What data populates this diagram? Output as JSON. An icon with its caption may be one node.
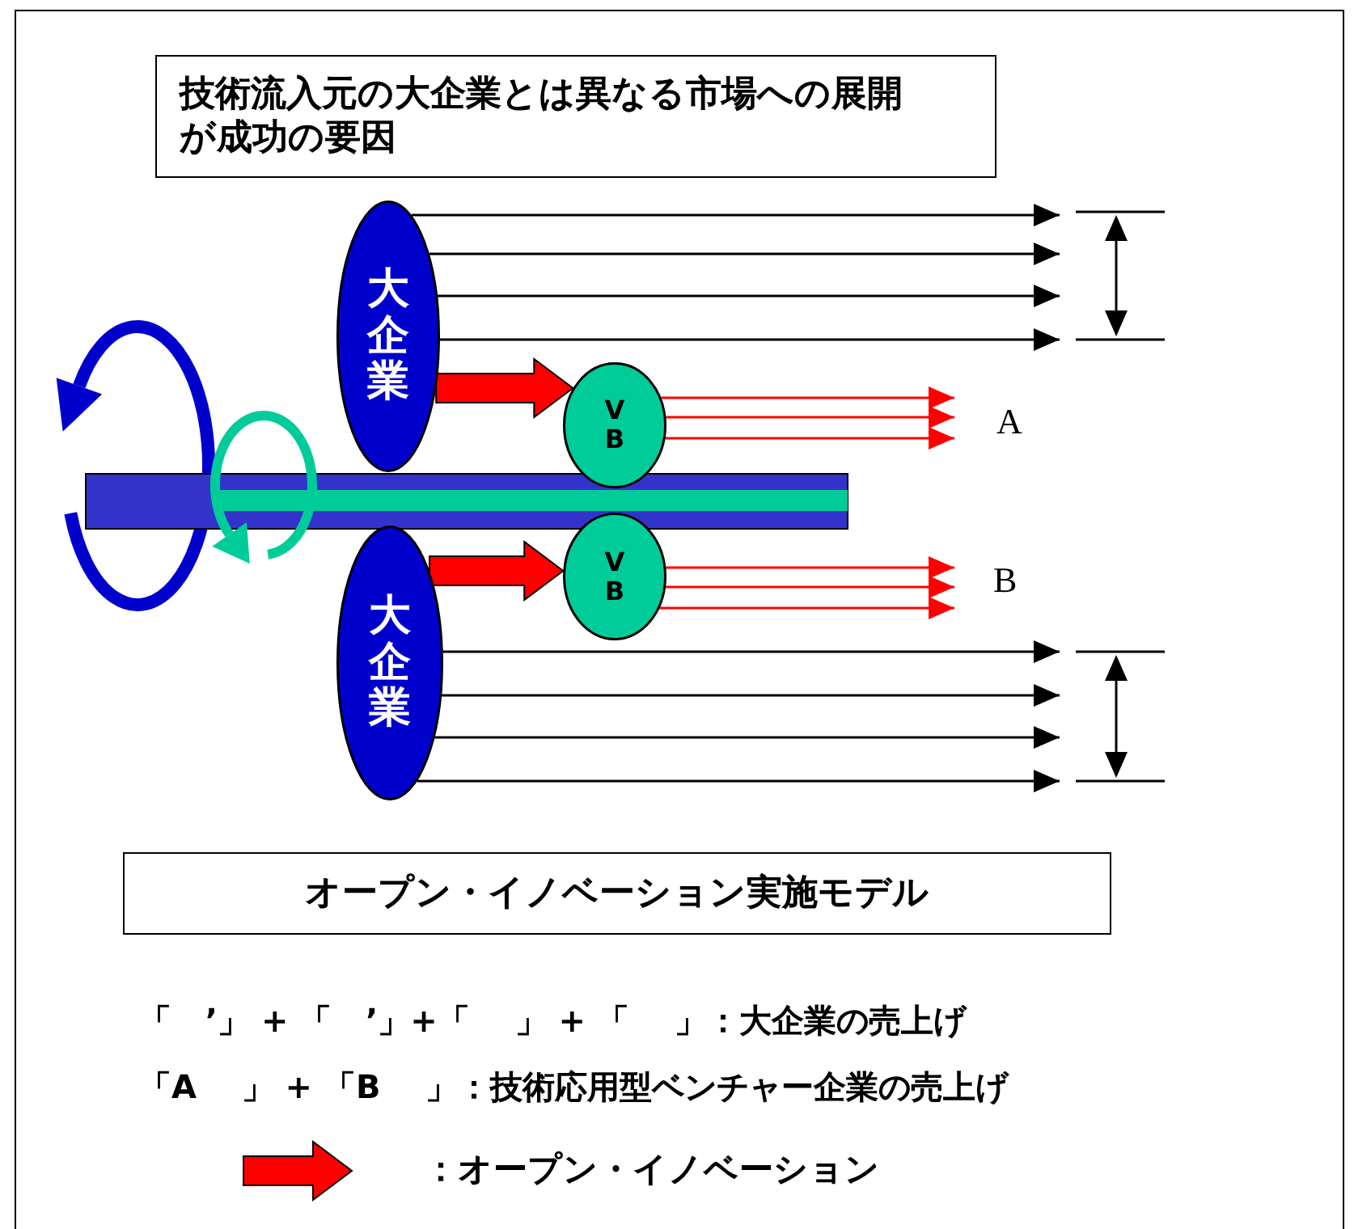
{
  "diagram": {
    "nodes": [
      {
        "text": [
          "技術流入元の大企業とは異なる市場への展開が成功の要因"
        ]
      },
      {
        "text": [
          "大企業"
        ]
      },
      {
        "text": [
          "VB"
        ]
      },
      {
        "text": [
          "VB"
        ]
      },
      {
        "text": [
          "大企業"
        ]
      },
      {
        "text": [
          "オープン・イノベーション実施モデル"
        ]
      }
    ],
    "edges": [
      {
        "from": 1,
        "to": 2,
        "arrow": "to",
        "style": "thick",
        "color": "#ff0000"
      },
      {
        "from": 1,
        "to": null,
        "arrow": "to"
      },
      {
        "from": 1,
        "to": null,
        "arrow": "to"
      },
      {
        "from": 1,
        "to": null,
        "arrow": "to"
      },
      {
        "from": 1,
        "to": null,
        "arrow": "to"
      },
      {
        "from": 2,
        "to": null,
        "arrow": "to",
        "color": "#ff0000"
      },
      {
        "from": 2,
        "to": null,
        "arrow": "to",
        "color": "#ff0000"
      },
      {
        "from": 2,
        "to": null,
        "arrow": "to",
        "color": "#ff0000"
      },
      {
        "from": 4,
        "to": 3,
        "arrow": "to",
        "style": "thick",
        "color": "#ff0000"
      },
      {
        "from": 3,
        "to": null,
        "arrow": "to",
        "color": "#ff0000"
      },
      {
        "from": 3,
        "to": null,
        "arrow": "to",
        "color": "#ff0000"
      },
      {
        "from": 3,
        "to": null,
        "arrow": "to",
        "color": "#ff0000"
      },
      {
        "from": 4,
        "to": null,
        "arrow": "to"
      },
      {
        "from": 4,
        "to": null,
        "arrow": "to"
      },
      {
        "from": 4,
        "to": null,
        "arrow": "to"
      },
      {
        "from": 4,
        "to": null,
        "arrow": "to"
      }
    ],
    "labels": [
      "A",
      "B",
      "「   ’」 + 「   ’」+「    」 + 「    」：大企業の売上げ",
      "「A    」 + 「B    」：技術応用型ベンチャー企業の売上げ"
    ],
    "legend": [
      {
        "text": "：オープン・イノベーション"
      }
    ]
  }
}
